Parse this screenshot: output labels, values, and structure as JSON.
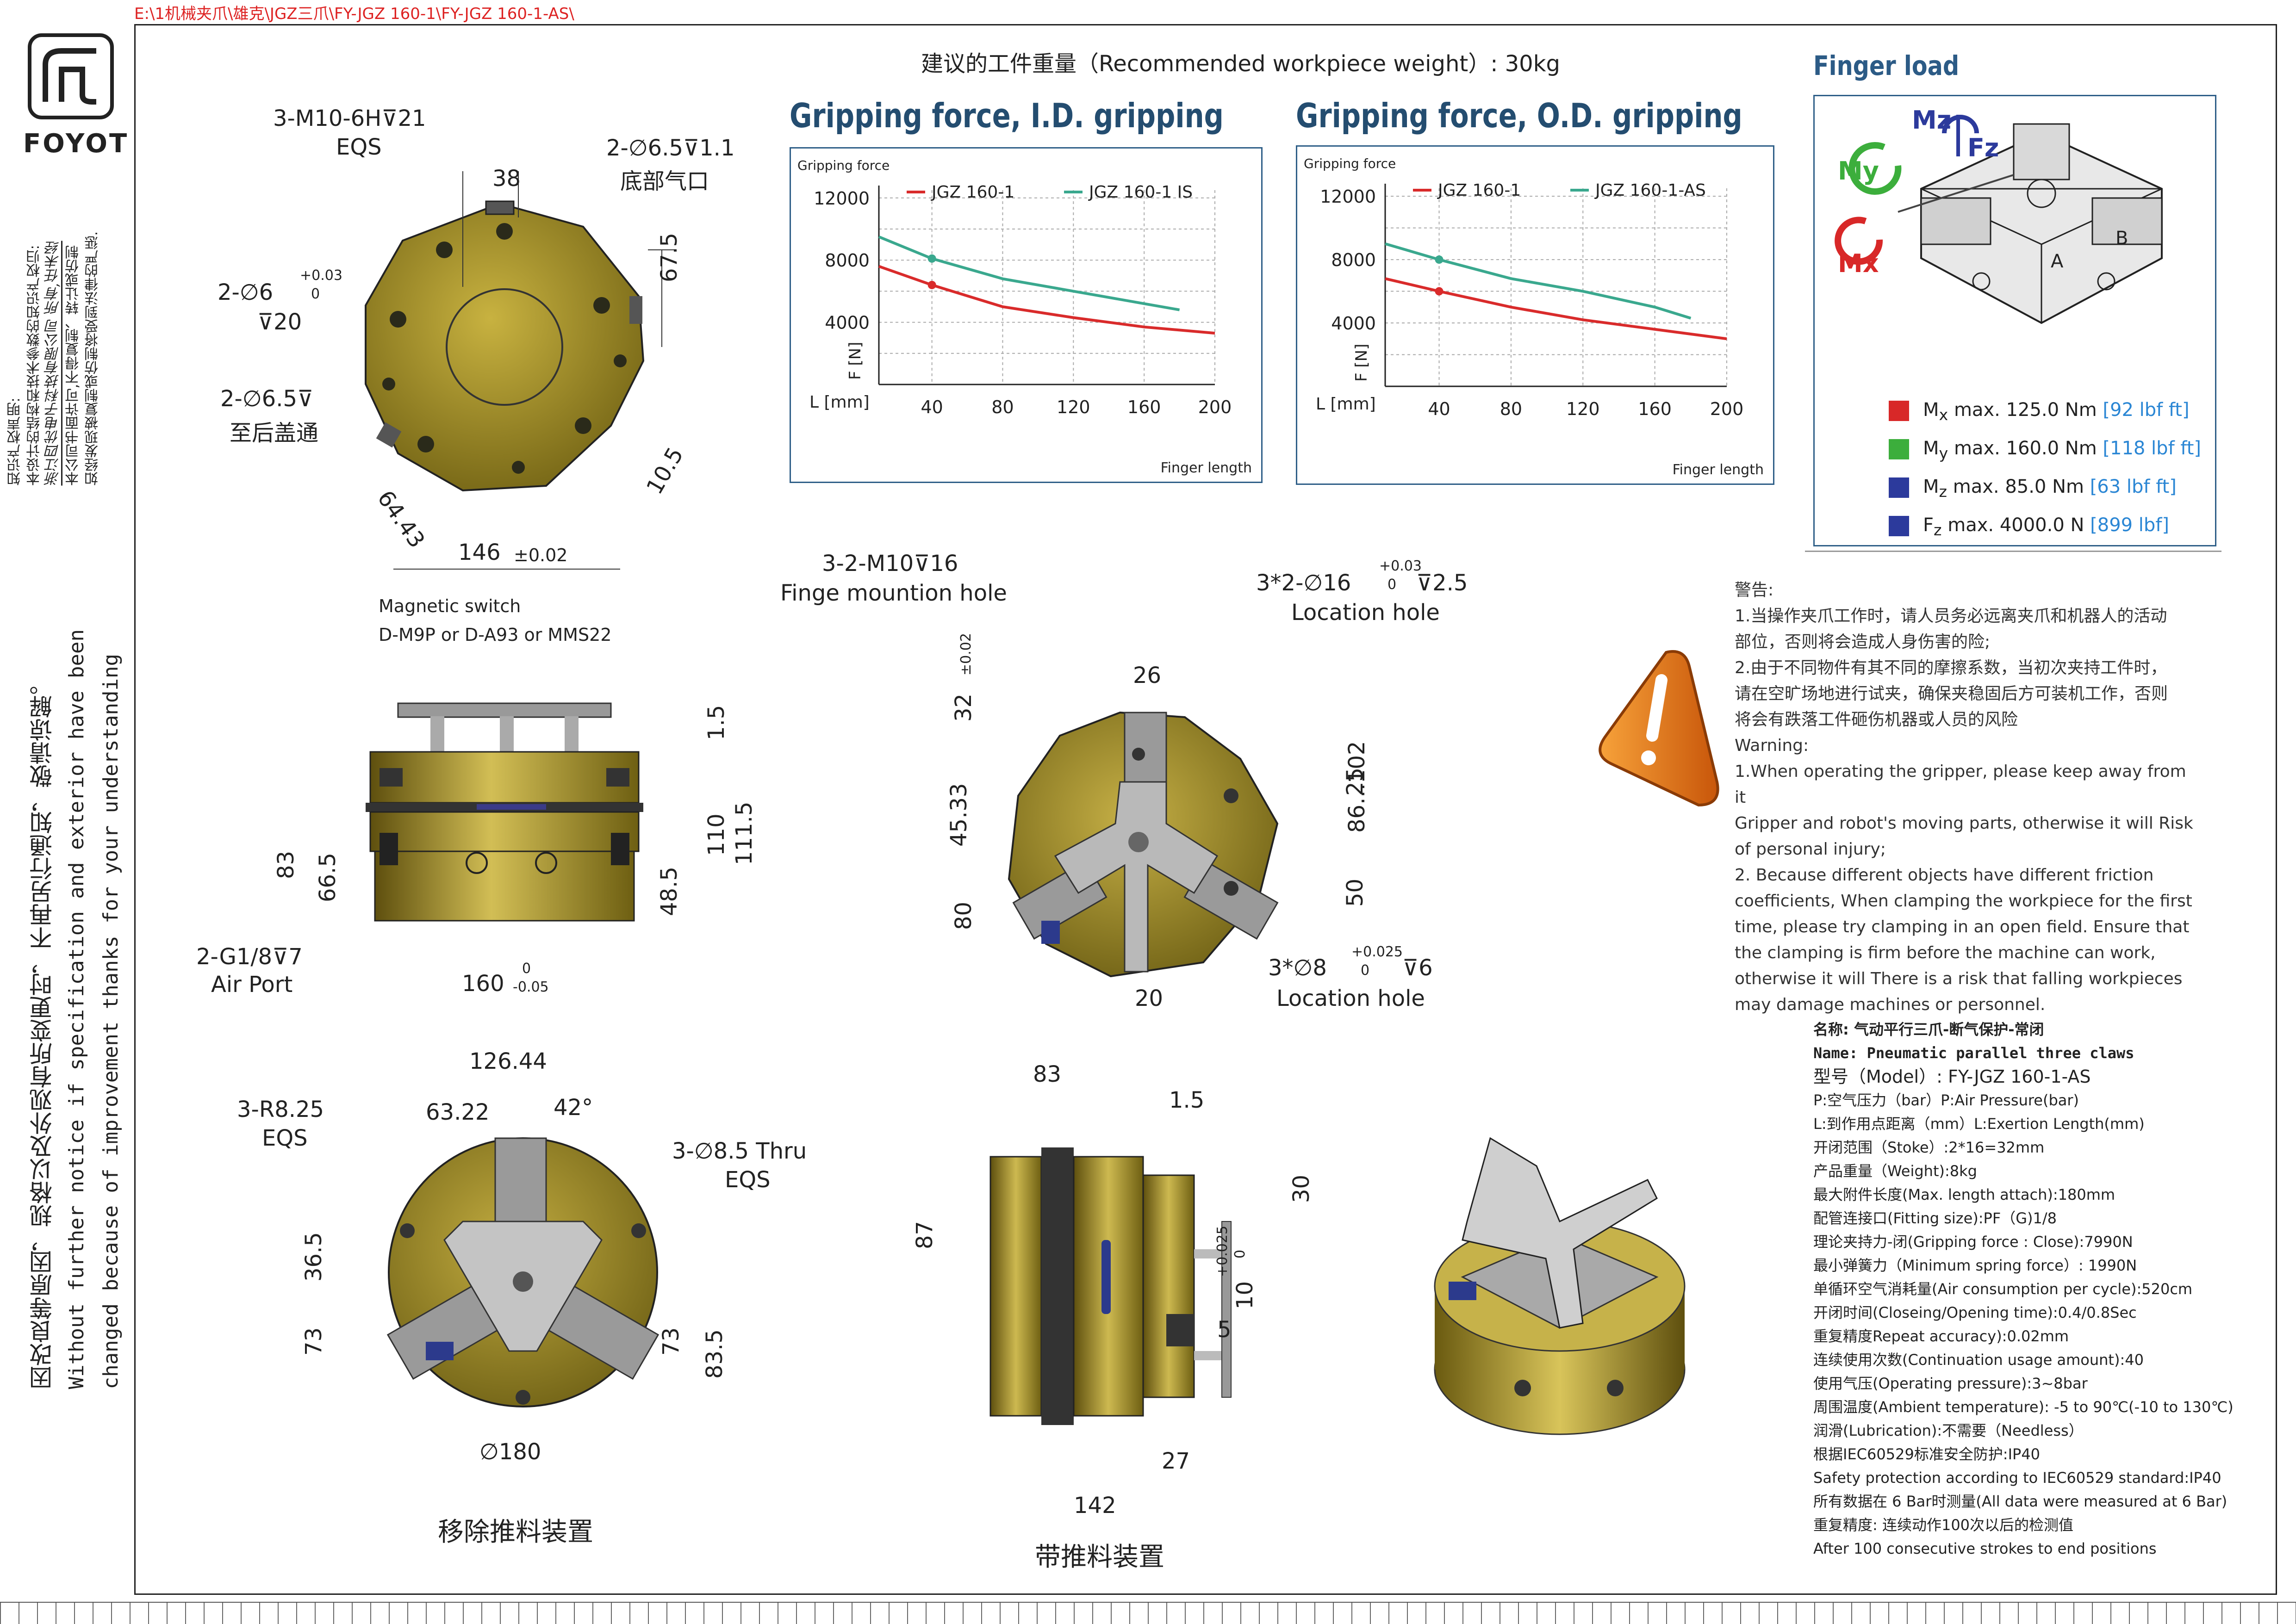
{
  "path_text": "E:\\1机械夹爪\\雄克\\JGZ三爪\\FY-JGZ 160-1\\FY-JGZ 160-1-AS\\",
  "logo": {
    "name": "FOYOT"
  },
  "side": {
    "ip_title": "知识产权声明:",
    "ip_lines": [
      "本设计的结构和技术参数的知识产权归:",
      "浙江四优电子科技有限公司 所有,任未经",
      "本公司书面许可,不得复制、转让或仿制",
      "如经发现被复制或仿制将受到法律的严惩."
    ],
    "notice_cn": "因改良等原因，规格以及外观有所变更时，不再另行通知，敬请谅解。",
    "notice_en1": "Without further notice if specification and exterior have been",
    "notice_en2": "changed because of improvement thanks for your understanding"
  },
  "header": {
    "recommended_weight": "建议的工件重量（Recommended workpiece weight）: 30kg"
  },
  "dims_top": {
    "d1": "3-M10-6H⊽21",
    "d1b": "EQS",
    "d2": "2-∅6.5⊽1.1",
    "d2b": "底部气口",
    "d3": "38",
    "d4": "2-∅6",
    "d4tol_up": "+0.03",
    "d4tol_dn": "0",
    "d4b": "⊽20",
    "d5": "2-∅6.5⊽",
    "d5b": "至后盖通",
    "d6": "67.5",
    "d7": "10.5",
    "d8": "64.43",
    "d9": "146",
    "d9tol": "±0.02",
    "ms1": "Magnetic switch",
    "ms2": "D-M9P or D-A93 or MMS22"
  },
  "dims_side": {
    "h1": "1.5",
    "h2": "110",
    "h3": "111.5",
    "h4": "48.5",
    "l1": "83",
    "l2": "66.5",
    "air1": "2-G1/8⊽7",
    "air2": "Air Port",
    "w": "160",
    "wtol_up": "0",
    "wtol_dn": "-0.05"
  },
  "dims_mid": {
    "m1": "3-2-M10⊽16",
    "m1b": "Finge mountion hole",
    "m2": "3*2-∅16",
    "m2tol_up": "+0.03",
    "m2tol_dn": "0",
    "m2c": "⊽2.5",
    "m2b": "Location hole",
    "m3": "26",
    "m4": "32",
    "m4tol": "±0.02",
    "m5": "45.33",
    "m6": "80",
    "m7": "25",
    "m8": "86...102",
    "m9": "50",
    "m10": "3*∅8",
    "m10tol_up": "+0.025",
    "m10tol_dn": "0",
    "m10c": "⊽6",
    "m10b": "Location hole",
    "m11": "20"
  },
  "dims_bl": {
    "b1": "126.44",
    "b2": "63.22",
    "b3": "42°",
    "b4": "3-R8.25",
    "b4b": "EQS",
    "b5": "3-∅8.5 Thru",
    "b5b": "EQS",
    "b6": "36.5",
    "b7": "73",
    "b8": "73",
    "b9": "83.5",
    "b10": "∅180",
    "caption": "移除推料装置"
  },
  "dims_bm": {
    "c1": "83",
    "c2": "1.5",
    "c3": "30",
    "c4": "87",
    "c5": "10",
    "c5tol_up": "+0.025",
    "c5tol_dn": "0",
    "c6": "5",
    "c7": "27",
    "c8": "142",
    "caption": "带推料装置"
  },
  "charts": {
    "id_title": "Gripping force, I.D. gripping",
    "od_title": "Gripping force, O.D. gripping"
  },
  "chart_data": [
    {
      "type": "line",
      "title": "Gripping force, I.D. gripping",
      "ylabel_top": "Gripping force",
      "ylabel": "F [N]",
      "xlabel": "L [mm]",
      "xlabel_right": "Finger length",
      "x": [
        40,
        80,
        120,
        160,
        200
      ],
      "xticks": [
        40,
        80,
        120,
        160,
        200
      ],
      "yticks": [
        4000,
        8000,
        12000
      ],
      "xlim": [
        10,
        200
      ],
      "ylim": [
        0,
        12500
      ],
      "series": [
        {
          "name": "JGZ  160-1",
          "color": "#d92b2b",
          "x": [
            10,
            40,
            80,
            120,
            160,
            200
          ],
          "values": [
            7600,
            6400,
            5000,
            4300,
            3700,
            3300
          ]
        },
        {
          "name": "JGZ  160-1 IS",
          "color": "#3aa88e",
          "x": [
            10,
            40,
            80,
            120,
            160,
            180
          ],
          "values": [
            9500,
            8100,
            6800,
            6000,
            5200,
            4800
          ]
        }
      ]
    },
    {
      "type": "line",
      "title": "Gripping force, O.D. gripping",
      "ylabel_top": "Gripping force",
      "ylabel": "F [N]",
      "xlabel": "L [mm]",
      "xlabel_right": "Finger length",
      "x": [
        40,
        80,
        120,
        160,
        200
      ],
      "xticks": [
        40,
        80,
        120,
        160,
        200
      ],
      "yticks": [
        4000,
        8000,
        12000
      ],
      "xlim": [
        10,
        200
      ],
      "ylim": [
        0,
        12500
      ],
      "series": [
        {
          "name": "JGZ  160-1",
          "color": "#d92b2b",
          "x": [
            10,
            40,
            80,
            120,
            160,
            200
          ],
          "values": [
            6800,
            6000,
            5000,
            4200,
            3600,
            3000
          ]
        },
        {
          "name": "JGZ  160-1-AS",
          "color": "#3aa88e",
          "x": [
            10,
            40,
            80,
            120,
            160,
            180
          ],
          "values": [
            9000,
            8000,
            6800,
            6000,
            5000,
            4300
          ]
        }
      ]
    }
  ],
  "finger_load": {
    "title": "Finger load",
    "labels": [
      "Mz",
      "Fz",
      "My",
      "Mx",
      "B",
      "A"
    ],
    "rows": [
      {
        "sym": "M",
        "sub": "x",
        "text": "max.  125.0 Nm",
        "imp": "[92 lbf ft]",
        "color": "#d82828"
      },
      {
        "sym": "M",
        "sub": "y",
        "text": "max.  160.0 Nm",
        "imp": "[118 lbf ft]",
        "color": "#3cae3c"
      },
      {
        "sym": "M",
        "sub": "z",
        "text": "max.  85.0 Nm",
        "imp": "[63 lbf ft]",
        "color": "#2c3a9c"
      },
      {
        "sym": "F",
        "sub": "z",
        "text": "max.  4000.0 N",
        "imp": "[899 lbf]",
        "color": "#2c3a9c"
      }
    ]
  },
  "warning": {
    "cn_title": "警告:",
    "cn_lines": [
      "1.当操作夹爪工作时，请人员务必远离夹爪和机器人的活动",
      "部位，否则将会造成人身伤害的险;",
      "2.由于不同物件有其不同的摩擦系数，当初次夹持工件时，",
      "请在空旷场地进行试夹，确保夹稳固后方可装机工作，否则",
      "将会有跌落工件砸伤机器或人员的风险"
    ],
    "en_title": "Warning:",
    "en_lines": [
      "1.When operating the gripper, please keep away from it",
      "Gripper and robot's moving parts, otherwise it will Risk",
      "of personal injury;",
      "2. Because different objects have different friction",
      "coefficients, When clamping the workpiece for the first",
      "time, please try clamping in an open field. Ensure that",
      "the clamping is firm before the machine can work,",
      "otherwise it will There is a risk that falling workpieces",
      "may damage machines or personnel."
    ]
  },
  "spec": {
    "name_cn": "名称: 气动平行三爪-断气保护-常闭",
    "name_en": "Name: Pneumatic parallel three claws",
    "model": "型号（Model）: FY-JGZ 160-1-AS",
    "lines": [
      "P:空气压力（bar）P:Air Pressure(bar)",
      "L:到作用点距离（mm）L:Exertion Length(mm)",
      "开闭范围（Stoke）:2*16=32mm",
      "产品重量（Weight):8kg",
      "最大附件长度(Max. length attach):180mm",
      "配管连接口(Fitting size):PF（G)1/8",
      "理论夹持力-闭(Gripping force : Close):7990N",
      "最小弹簧力（Minimum spring force）: 1990N",
      "单循环空气消耗量(Air consumption per cycle):520cm",
      "开闭时间(Closeing/Opening time):0.4/0.8Sec",
      "重复精度Repeat accuracy):0.02mm",
      "连续使用次数(Continuation usage amount):40",
      "使用气压(Operating pressure):3~8bar",
      "周围温度(Ambient temperature): -5 to 90℃(-10 to 130℃)",
      "润滑(Lubrication):不需要（Needless）",
      "根据IEC60529标准安全防护:IP40",
      "Safety protection according to IEC60529 standard:IP40",
      "所有数据在 6 Bar时测量(All data were measured at 6 Bar)",
      "重复精度: 连续动作100次以后的检测值",
      "After 100 consecutive strokes to end positions"
    ]
  }
}
